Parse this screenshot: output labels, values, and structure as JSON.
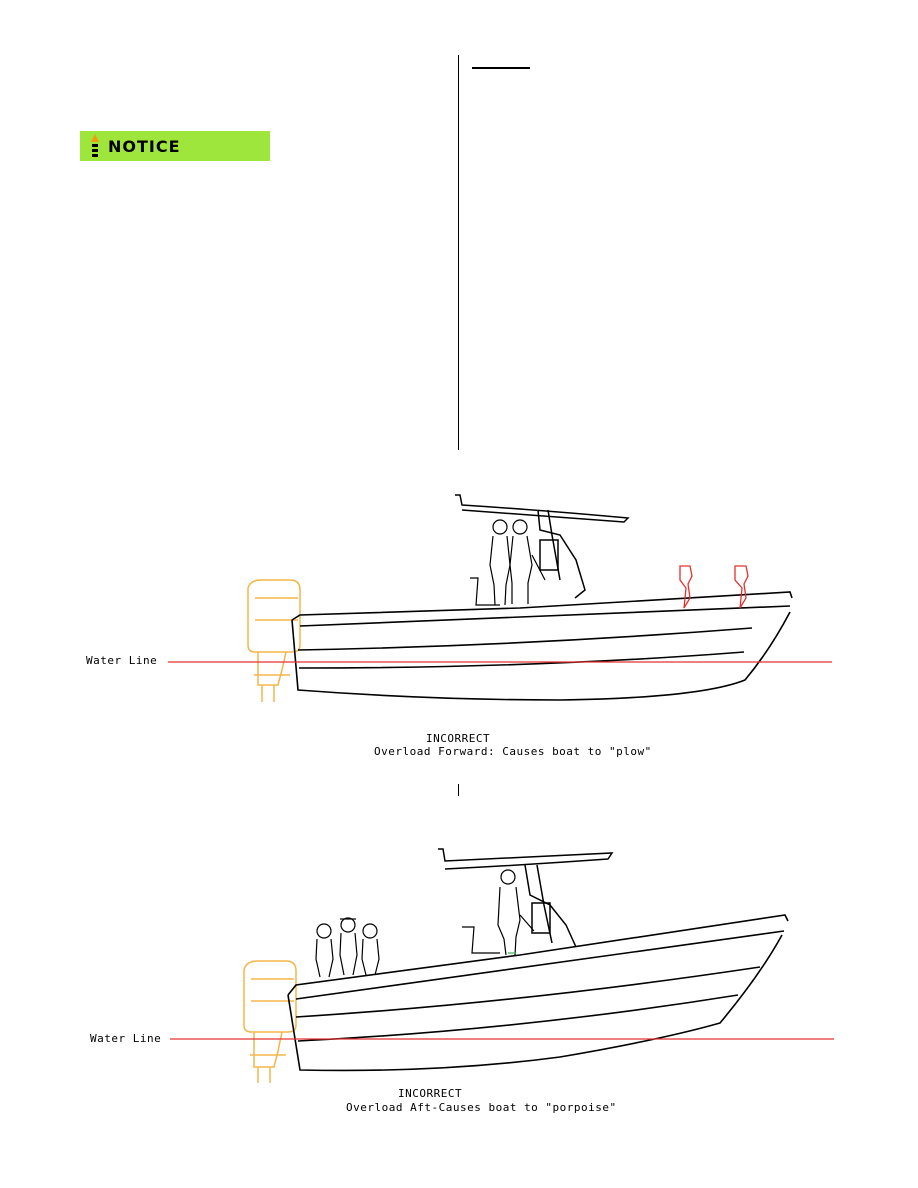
{
  "notice": {
    "label": "NOTICE"
  },
  "figures": [
    {
      "waterline_label": "Water Line",
      "caption_title": "INCORRECT",
      "caption_text": "Overload Forward: Causes boat to \"plow\""
    },
    {
      "waterline_label": "Water Line",
      "caption_title": "INCORRECT",
      "caption_text": "Overload Aft-Causes boat to \"porpoise\""
    }
  ],
  "colors": {
    "notice_bg": "#9ee53c",
    "waterline": "#e53030",
    "engine": "#f3b54a",
    "passengers_forward": "#e53030",
    "hull": "#000000"
  }
}
